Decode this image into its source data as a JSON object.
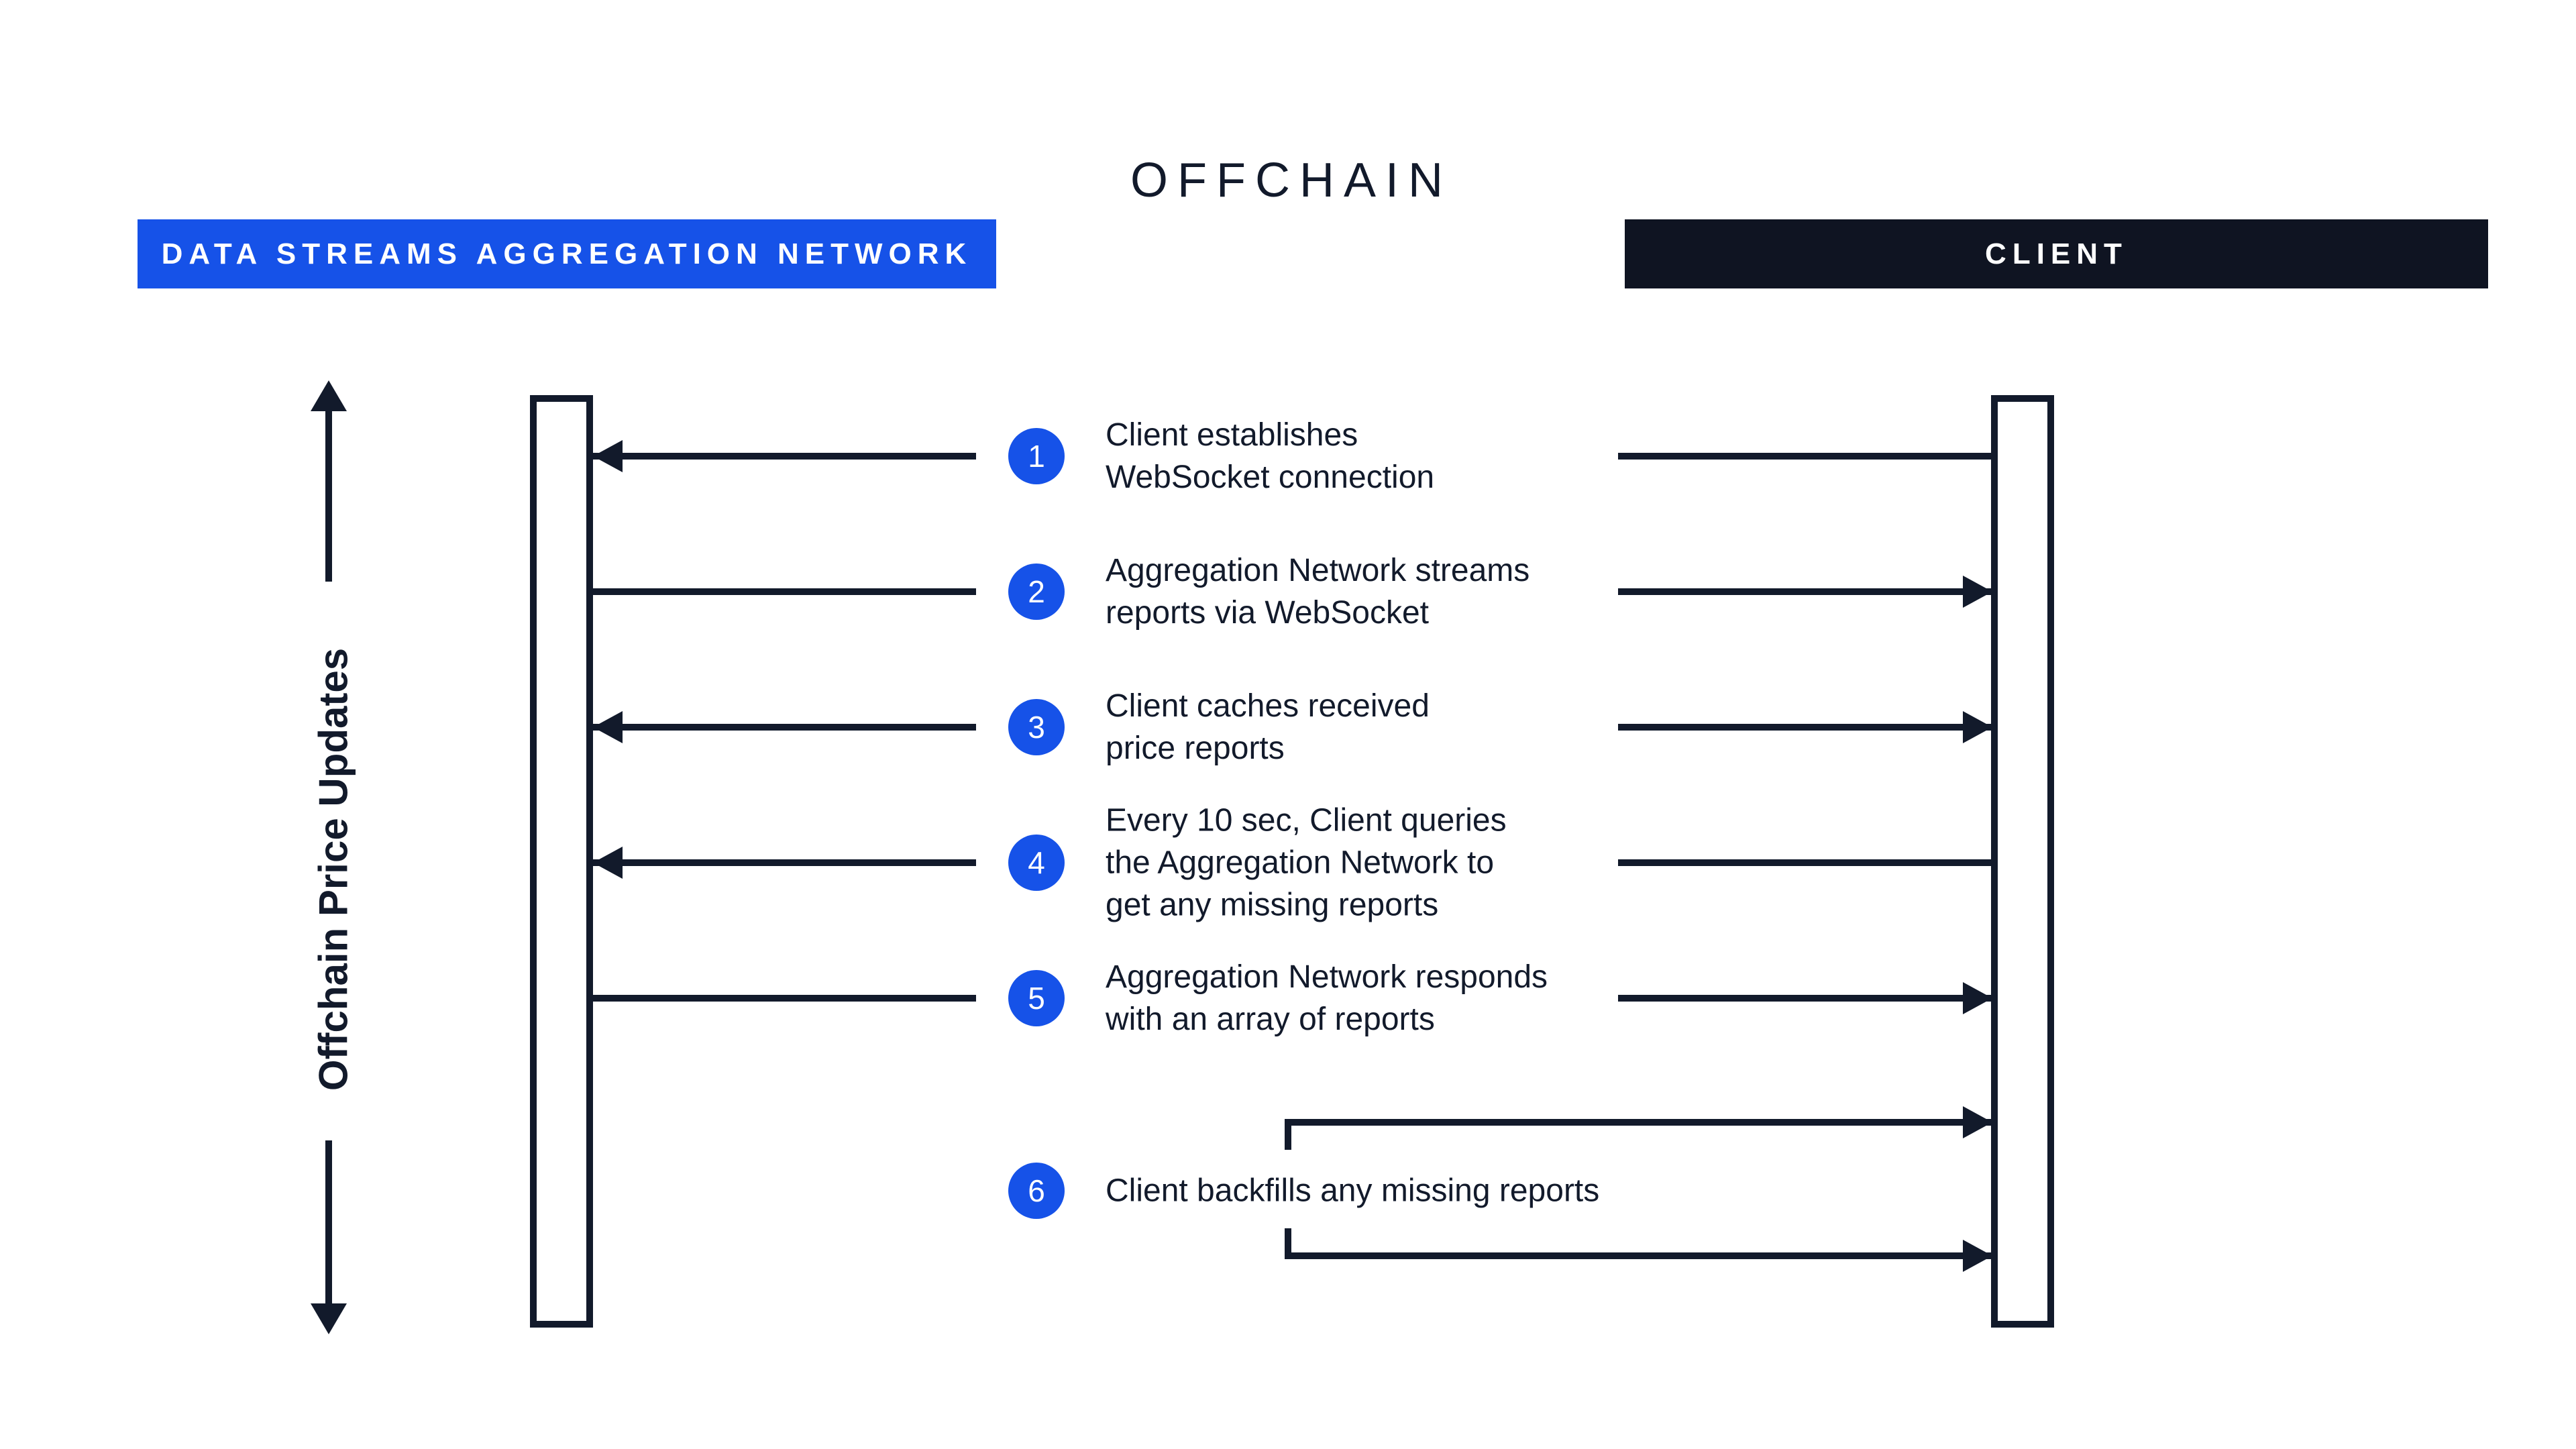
{
  "title": "OFFCHAIN",
  "colors": {
    "accent_blue": "#1652E8",
    "dark_navy_banner": "#0F1422",
    "ink": "#121A2B",
    "background": "#FFFFFF"
  },
  "lanes": {
    "aggregation_network": {
      "label": "DATA STREAMS AGGREGATION NETWORK"
    },
    "client": {
      "label": "CLIENT"
    }
  },
  "axis": {
    "label": "Offchain Price Updates"
  },
  "steps": [
    {
      "num": "1",
      "lines": [
        "Client establishes",
        "WebSocket connection"
      ],
      "arrow": "client-to-network"
    },
    {
      "num": "2",
      "lines": [
        "Aggregation Network streams",
        "reports via WebSocket"
      ],
      "arrow": "network-to-client"
    },
    {
      "num": "3",
      "lines": [
        "Client caches received",
        "price reports"
      ],
      "arrow": "both-directions"
    },
    {
      "num": "4",
      "lines": [
        "Every 10 sec, Client queries",
        "the Aggregation Network to",
        "get any missing reports"
      ],
      "arrow": "client-to-network"
    },
    {
      "num": "5",
      "lines": [
        "Aggregation Network responds",
        "with an array of reports"
      ],
      "arrow": "network-to-client"
    },
    {
      "num": "6",
      "lines": [
        "Client backfills any missing reports"
      ],
      "arrow": "client-self-loop"
    }
  ]
}
